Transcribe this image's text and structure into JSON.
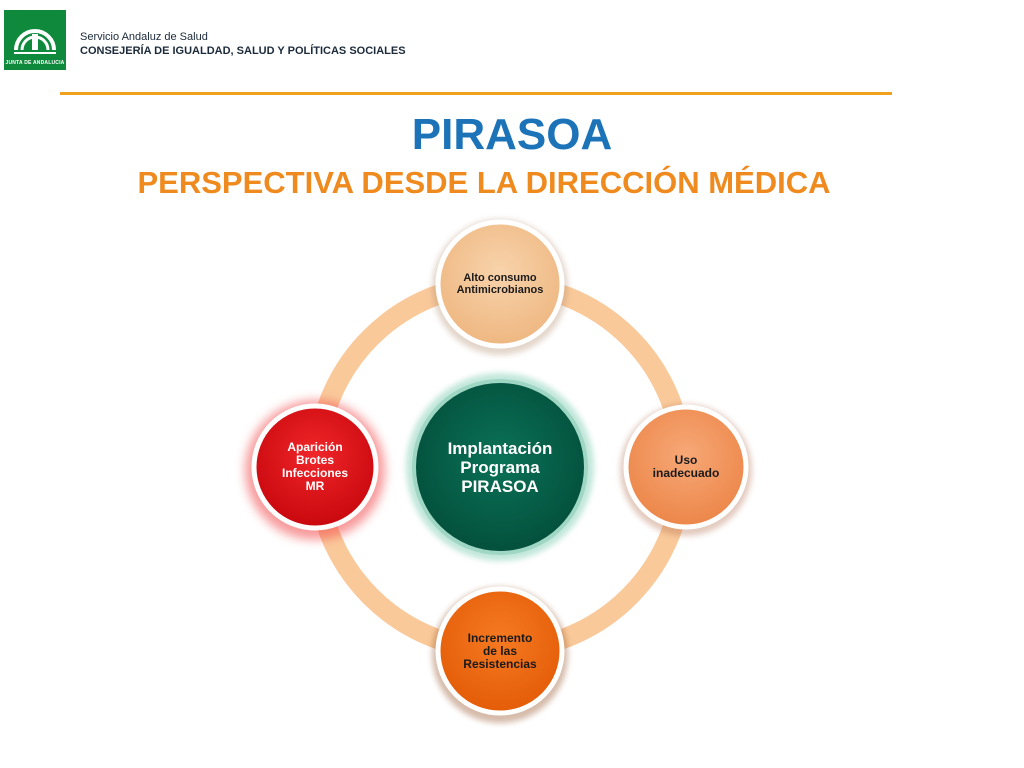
{
  "header": {
    "logo_caption": "JUNTA DE ANDALUCIA",
    "org_line1": "Servicio Andaluz de Salud",
    "org_line2": "CONSEJERÍA DE IGUALDAD, SALUD Y POLÍTICAS SOCIALES"
  },
  "slide": {
    "title": "PIRASOA",
    "subtitle": "PERSPECTIVA DESDE LA DIRECCIÓN MÉDICA"
  },
  "diagram": {
    "center": "Implantación\nPrograma\nPIRASOA",
    "nodes": {
      "top": "Alto consumo\nAntimicrobianos",
      "right": "Uso\ninadecuado",
      "bottom": "Incremento\nde las\nResistencias",
      "left": "Aparición\nBrotes\nInfecciones\nMR"
    },
    "colors": {
      "ring": "#f9c99a",
      "center": "#06614a",
      "top": "#f4c599",
      "right": "#f39a63",
      "bottom": "#f06b12",
      "left": "#e8161b"
    }
  }
}
